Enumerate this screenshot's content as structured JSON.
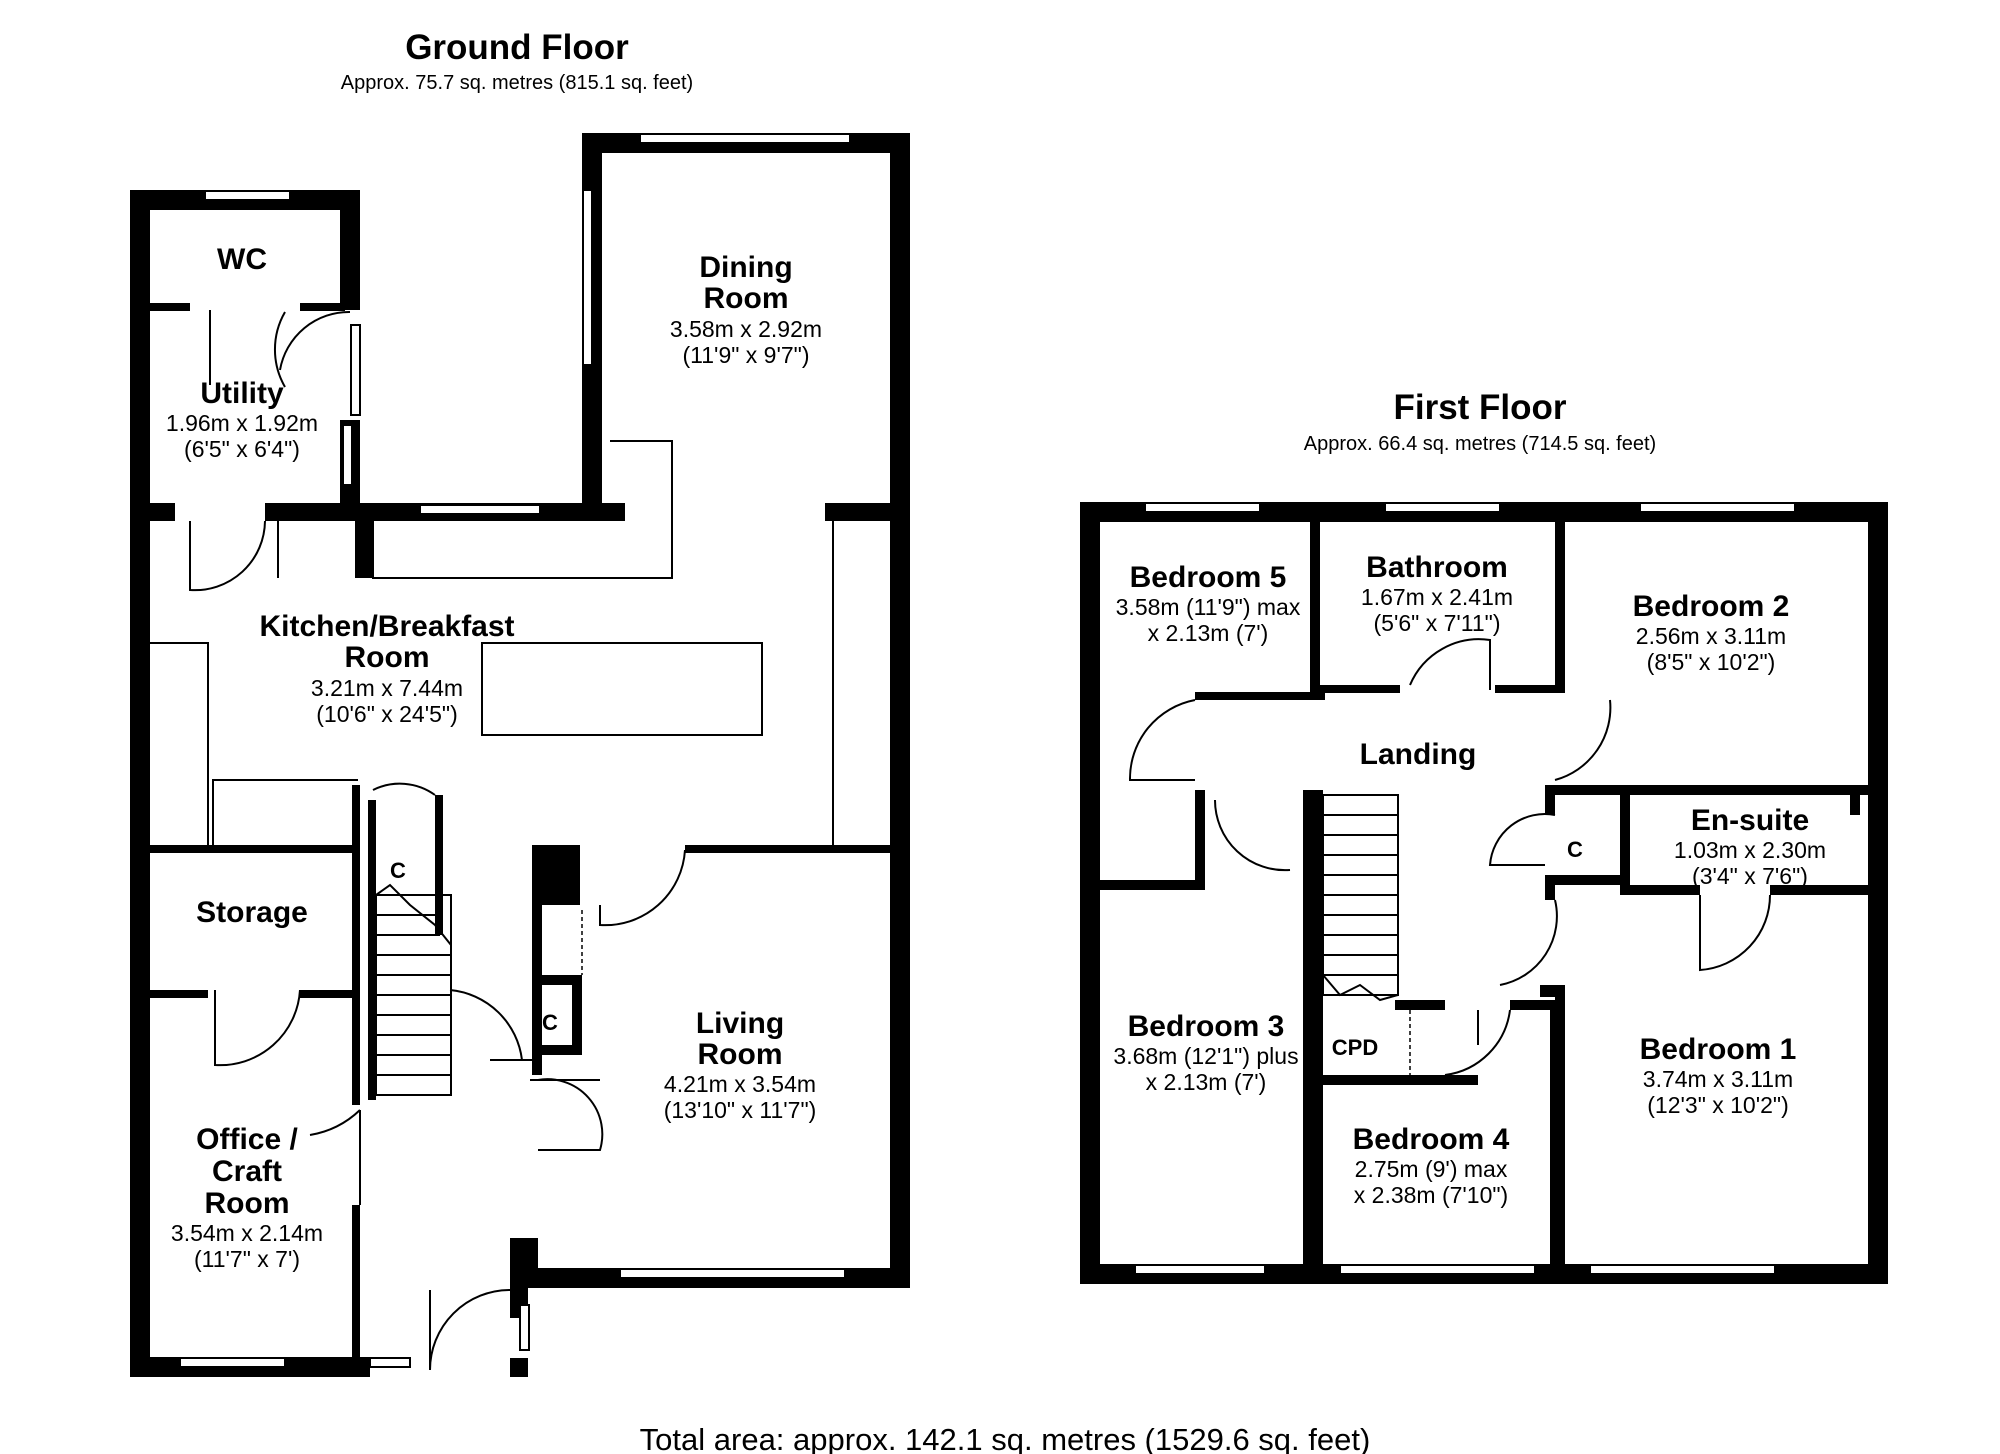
{
  "ground_floor": {
    "title": "Ground Floor",
    "area": "Approx. 75.7 sq. metres (815.1 sq. feet)",
    "rooms": {
      "wc": {
        "name": "WC"
      },
      "utility": {
        "name": "Utility",
        "dim1": "1.96m x 1.92m",
        "dim2": "(6'5\" x 6'4\")"
      },
      "dining": {
        "name1": "Dining",
        "name2": "Room",
        "dim1": "3.58m x 2.92m",
        "dim2": "(11'9\" x 9'7\")"
      },
      "kitchen": {
        "name1": "Kitchen/Breakfast",
        "name2": "Room",
        "dim1": "3.21m x 7.44m",
        "dim2": "(10'6\" x 24'5\")"
      },
      "storage": {
        "name": "Storage"
      },
      "cupboard_a": {
        "name": "C"
      },
      "cupboard_b": {
        "name": "C"
      },
      "living": {
        "name1": "Living",
        "name2": "Room",
        "dim1": "4.21m x 3.54m",
        "dim2": "(13'10\" x 11'7\")"
      },
      "office": {
        "name1": "Office /",
        "name2": "Craft",
        "name3": "Room",
        "dim1": "3.54m x 2.14m",
        "dim2": "(11'7\" x 7')"
      }
    }
  },
  "first_floor": {
    "title": "First Floor",
    "area": "Approx. 66.4 sq. metres (714.5 sq. feet)",
    "rooms": {
      "bedroom5": {
        "name": "Bedroom 5",
        "dim1": "3.58m (11'9\") max",
        "dim2": "x 2.13m (7')"
      },
      "bathroom": {
        "name": "Bathroom",
        "dim1": "1.67m x 2.41m",
        "dim2": "(5'6\" x 7'11\")"
      },
      "bedroom2": {
        "name": "Bedroom 2",
        "dim1": "2.56m x 3.11m",
        "dim2": "(8'5\" x 10'2\")"
      },
      "landing": {
        "name": "Landing"
      },
      "ensuite": {
        "name": "En-suite",
        "dim1": "1.03m x 2.30m",
        "dim2": "(3'4\" x 7'6\")"
      },
      "cupboard": {
        "name": "C"
      },
      "bedroom3": {
        "name": "Bedroom 3",
        "dim1": "3.68m (12'1\") plus",
        "dim2": "x 2.13m (7')"
      },
      "cpd": {
        "name": "CPD"
      },
      "bedroom4": {
        "name": "Bedroom 4",
        "dim1": "2.75m (9') max",
        "dim2": "x 2.38m (7'10\")"
      },
      "bedroom1": {
        "name": "Bedroom 1",
        "dim1": "3.74m x 3.11m",
        "dim2": "(12'3\" x 10'2\")"
      }
    }
  },
  "total_area": "Total area: approx. 142.1 sq. metres (1529.6 sq. feet)"
}
